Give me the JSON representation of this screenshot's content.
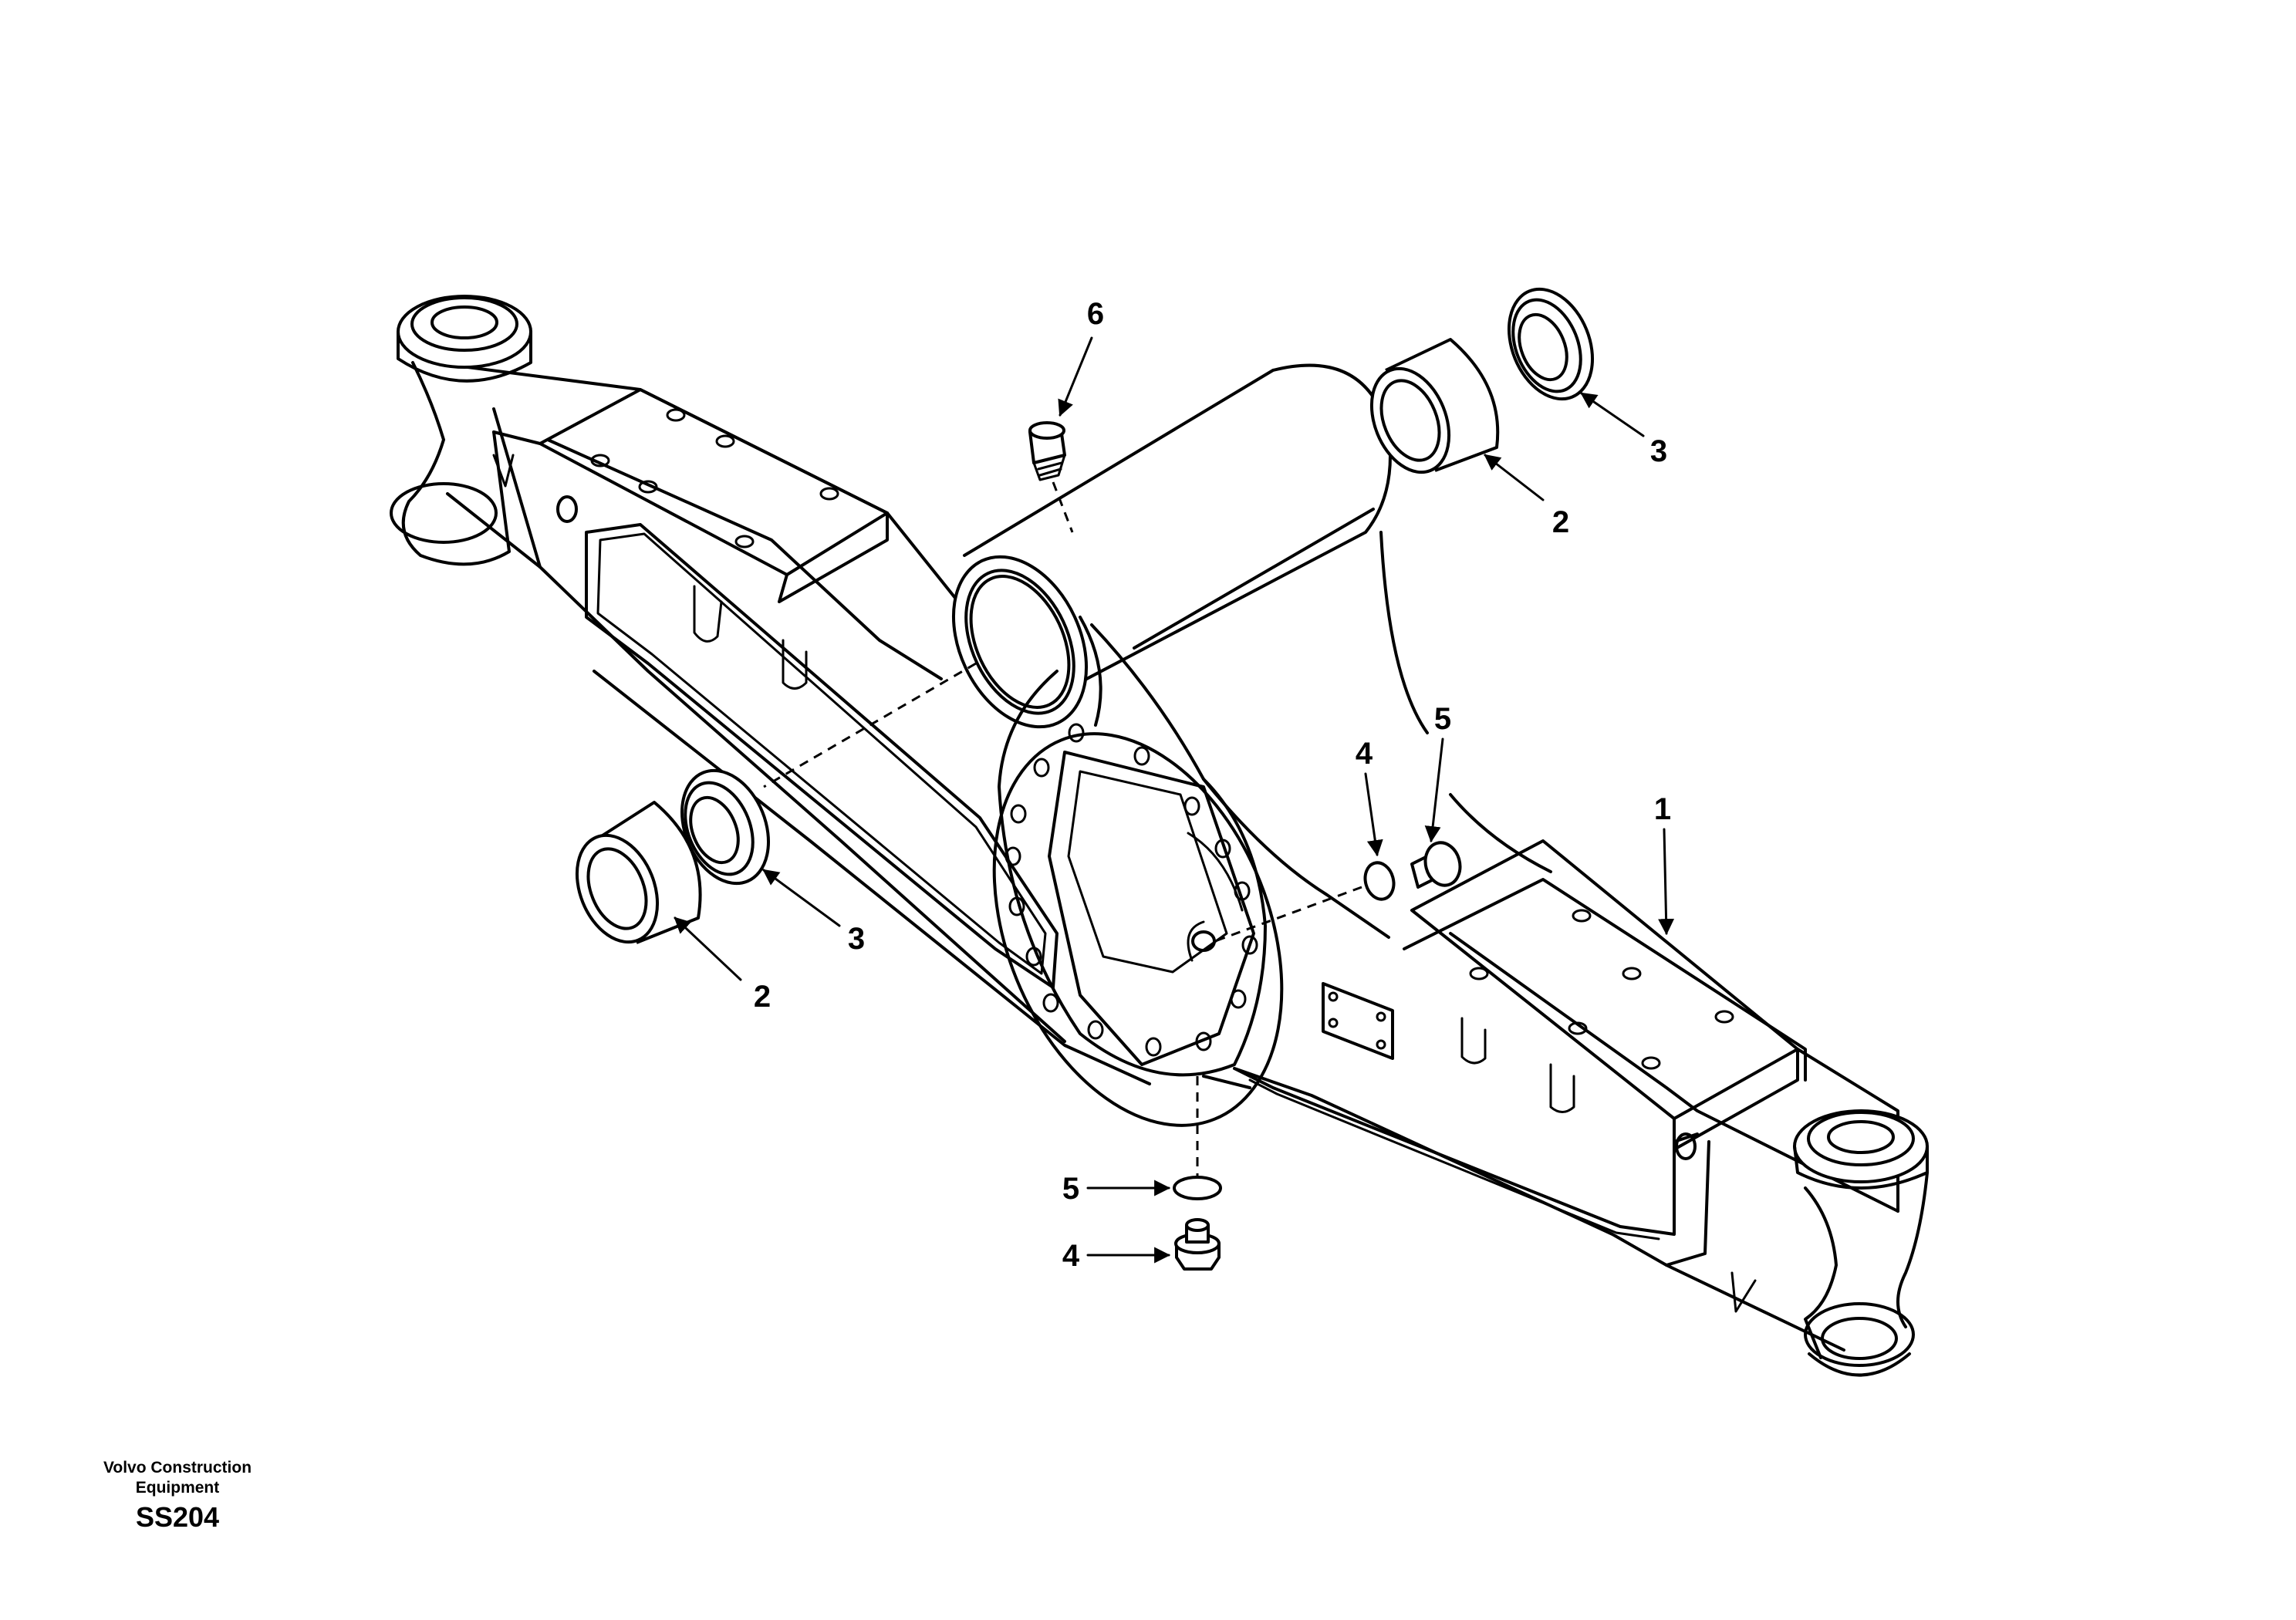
{
  "callouts": [
    {
      "id": "c6",
      "text": "6"
    },
    {
      "id": "c3a",
      "text": "3"
    },
    {
      "id": "c2a",
      "text": "2"
    },
    {
      "id": "c3b",
      "text": "3"
    },
    {
      "id": "c2b",
      "text": "2"
    },
    {
      "id": "c4a",
      "text": "4"
    },
    {
      "id": "c5a",
      "text": "5"
    },
    {
      "id": "c1",
      "text": "1"
    },
    {
      "id": "c5b",
      "text": "5"
    },
    {
      "id": "c4b",
      "text": "4"
    }
  ],
  "footer": {
    "brand_line1": "Volvo Construction",
    "brand_line2": "Equipment",
    "code": "SS204"
  }
}
